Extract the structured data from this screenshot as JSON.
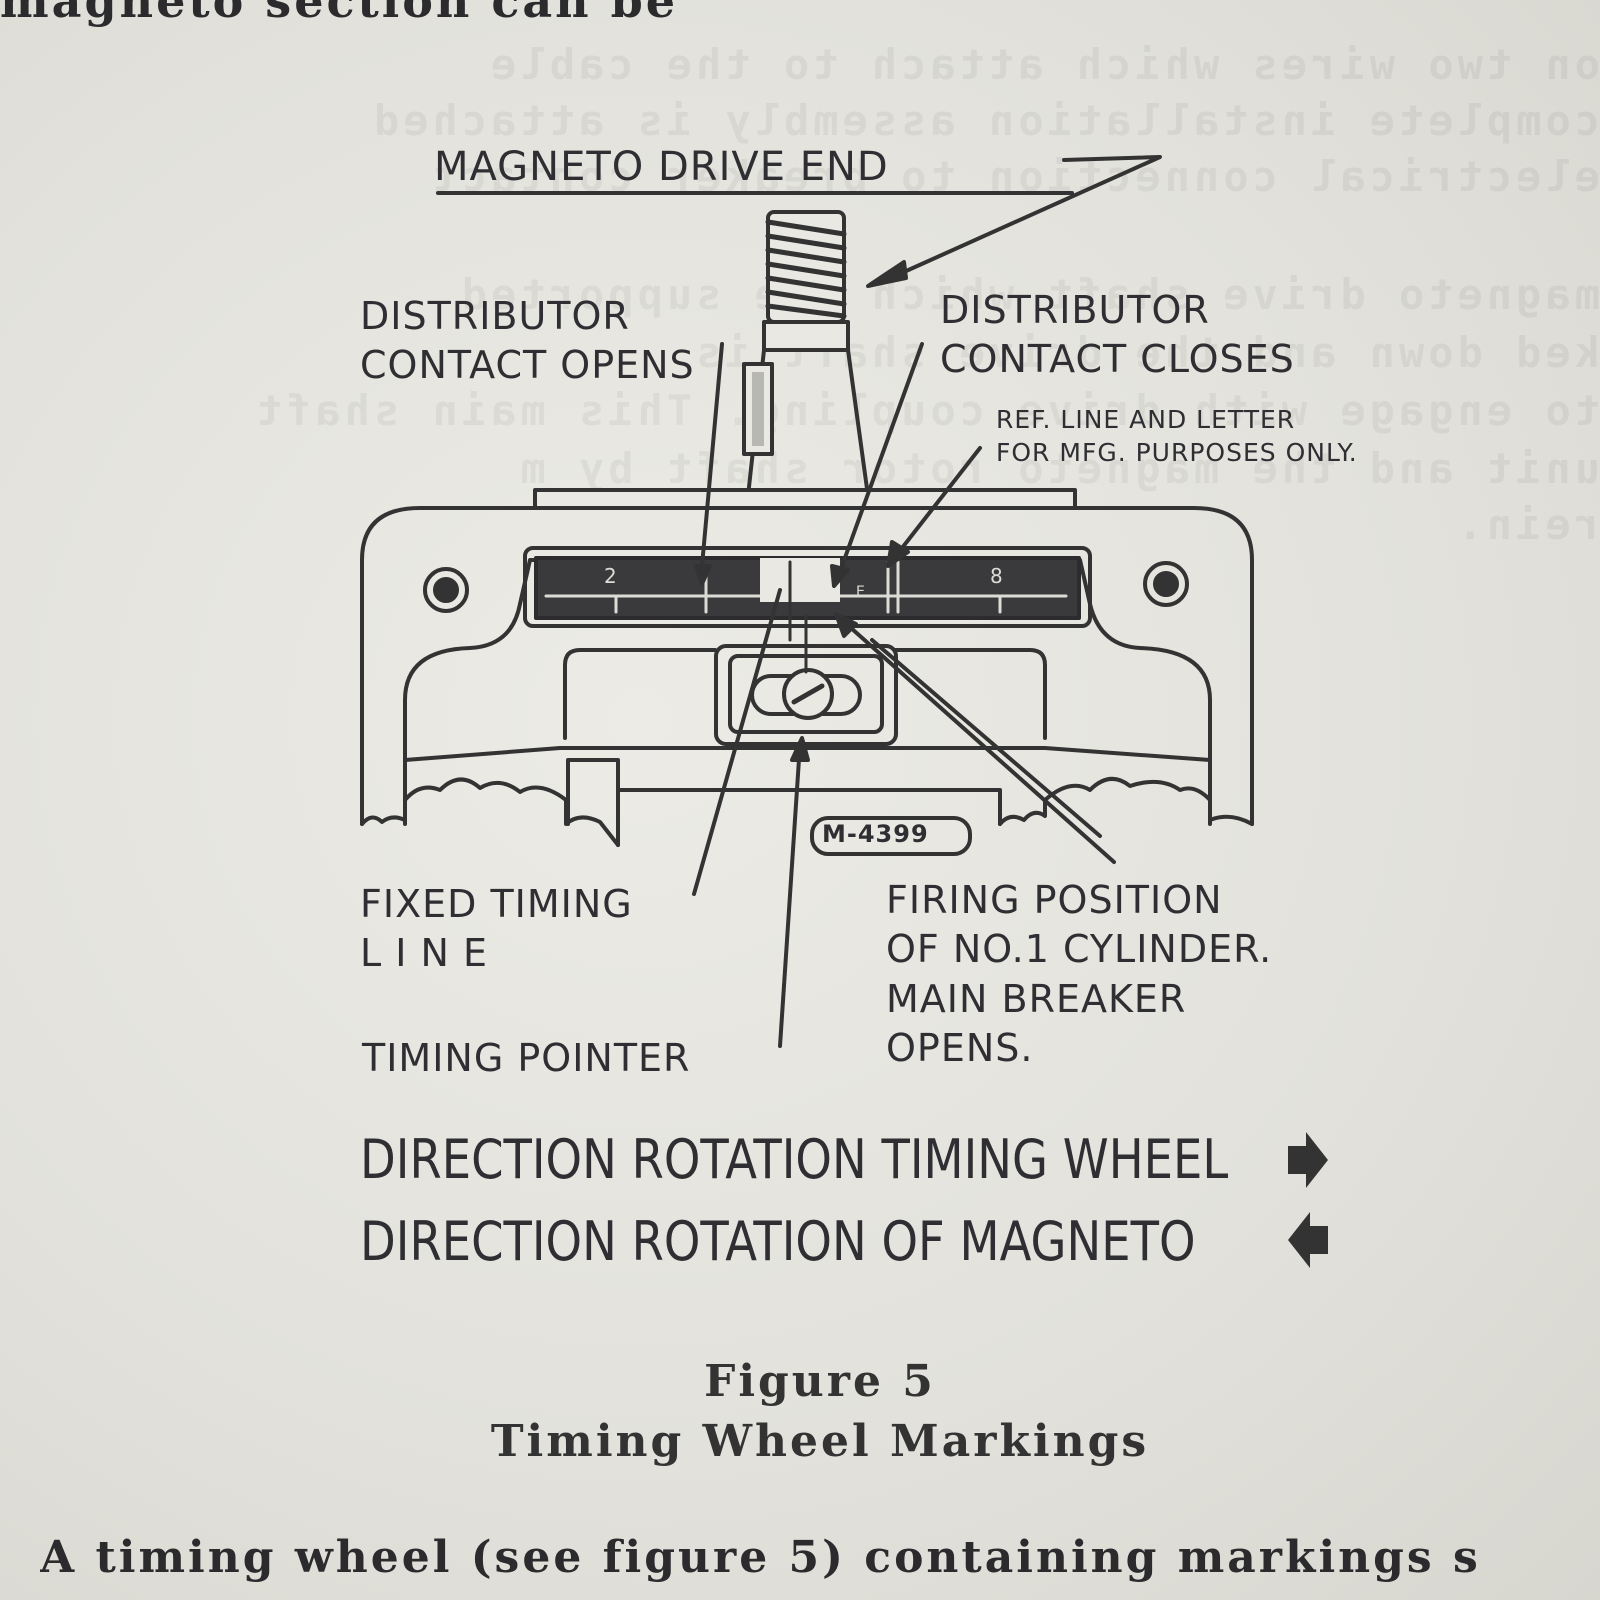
{
  "page": {
    "top_text_fragment": "magneto section can be",
    "bottom_text_fragment": "A timing wheel (see figure 5) containing markings s"
  },
  "bleed_through": [
    "on two wires which attach to the cable",
    "complete installation assembly is attached",
    "electrical connection to breaker contact",
    "magneto drive shaft which are supported",
    "ked down and the drive shaft is",
    "to engage with drive coupling. This main shaft",
    "unit and the magneto rotor shaft by m",
    "rein."
  ],
  "figure": {
    "labels": {
      "drive_end": "MAGNETO  DRIVE  END",
      "dist_opens": [
        "DISTRIBUTOR",
        "CONTACT OPENS"
      ],
      "dist_closes": [
        "DISTRIBUTOR",
        "CONTACT CLOSES"
      ],
      "ref_line": [
        "REF. LINE AND LETTER",
        "FOR MFG. PURPOSES ONLY."
      ],
      "fixed_timing": [
        "FIXED  TIMING",
        "L I N E"
      ],
      "firing": [
        "FIRING   POSITION",
        "OF  NO.1  CYLINDER.",
        "MAIN  BREAKER",
        "OPENS."
      ],
      "timing_pointer": "TIMING  POINTER",
      "part_number": "M-4399",
      "wheel_mark_left": "2",
      "wheel_mark_right": "8",
      "wheel_mark_e": "E"
    },
    "directions": {
      "timing_wheel": "DIRECTION  ROTATION  TIMING  WHEEL",
      "magneto": "DIRECTION   ROTATION  OF  MAGNETO"
    },
    "caption": {
      "number": "Figure 5",
      "title": "Timing Wheel Markings"
    }
  }
}
